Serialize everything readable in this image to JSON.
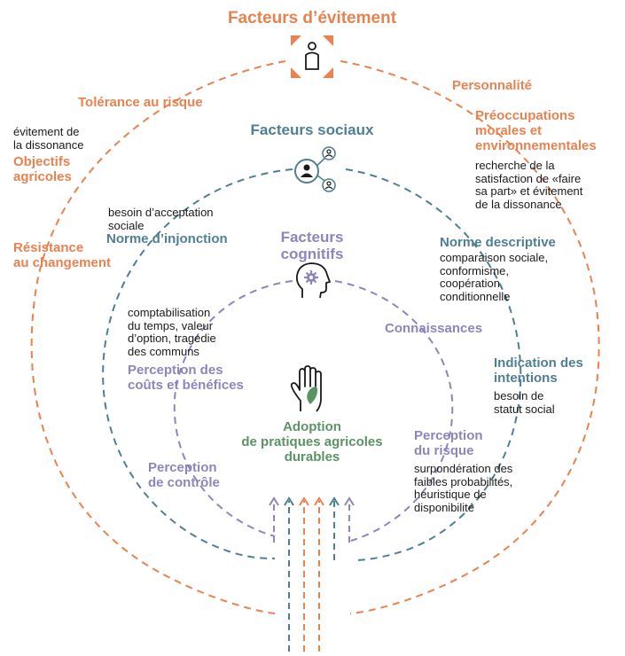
{
  "avoidance": {
    "title": "Facteurs d’évitement",
    "risk_tolerance": "Tolérance au risque",
    "dissonance_avoidance": "évitement de\nla dissonance",
    "farm_goals": "Objectifs\nagricoles",
    "resistance": "Résistance\nau changement",
    "personality": "Personnalité",
    "moral_concerns": "Préoccupations\nmorales et\nenvironnementales",
    "moral_concerns_desc": "recherche de la\nsatisfaction de «faire\nsa part» et évitement\nde la dissonance"
  },
  "social": {
    "title": "Facteurs sociaux",
    "acceptance_desc": "besoin d’acceptation\nsociale",
    "injunctive_norm": "Norme d’injonction",
    "descriptive_norm": "Norme descriptive",
    "descriptive_norm_desc": "comparaison sociale,\nconformisme,\ncoopération\nconditionnelle",
    "intention_signal": "Indication des\nintentions",
    "intention_signal_desc": "besoin de\nstatut social"
  },
  "cognitive": {
    "title": "Facteurs\ncognitifs",
    "cost_desc": "comptabilisation\ndu temps, valeur\nd’option, tragédie\ndes communs",
    "cost_benefit": "Perception des\ncoûts et bénéfices",
    "knowledge": "Connaissances",
    "control": "Perception\nde contrôle",
    "risk": "Perception\ndu risque",
    "risk_desc": "surpondération des\nfaibles probabilités,\nheuristique de\ndisponibilité"
  },
  "center": {
    "title": "Adoption\nde pratiques agricoles\ndurables"
  },
  "colors": {
    "orange": "#e8824f",
    "teal": "#4f7f93",
    "purple": "#8f84bd",
    "green": "#5b9362"
  },
  "icons": [
    "person-expand-icon",
    "social-network-icon",
    "head-gear-icon",
    "hand-leaf-icon"
  ]
}
